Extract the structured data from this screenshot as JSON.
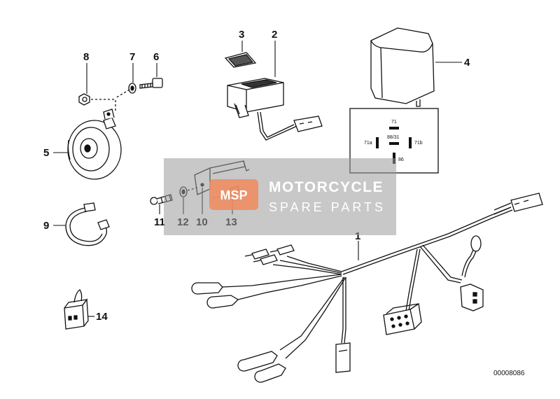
{
  "callouts": {
    "c1": "1",
    "c2": "2",
    "c3": "3",
    "c4": "4",
    "c5": "5",
    "c6": "6",
    "c7": "7",
    "c8": "8",
    "c9": "9",
    "c10": "10",
    "c11": "11",
    "c12": "12",
    "c13": "13",
    "c14": "14"
  },
  "relay_pins": {
    "p71": "71",
    "p8831": "88/31",
    "p71a": "71a",
    "p71b": "71b",
    "p86": "86"
  },
  "watermark": {
    "logo_text": "MSP",
    "brand": "MOTORCYCLE",
    "subtitle": "SPARE PARTS"
  },
  "reference_number": "00008086",
  "colors": {
    "line": "#111111",
    "watermark_box": "#9a9a9a",
    "watermark_logo": "#f08a5d"
  }
}
